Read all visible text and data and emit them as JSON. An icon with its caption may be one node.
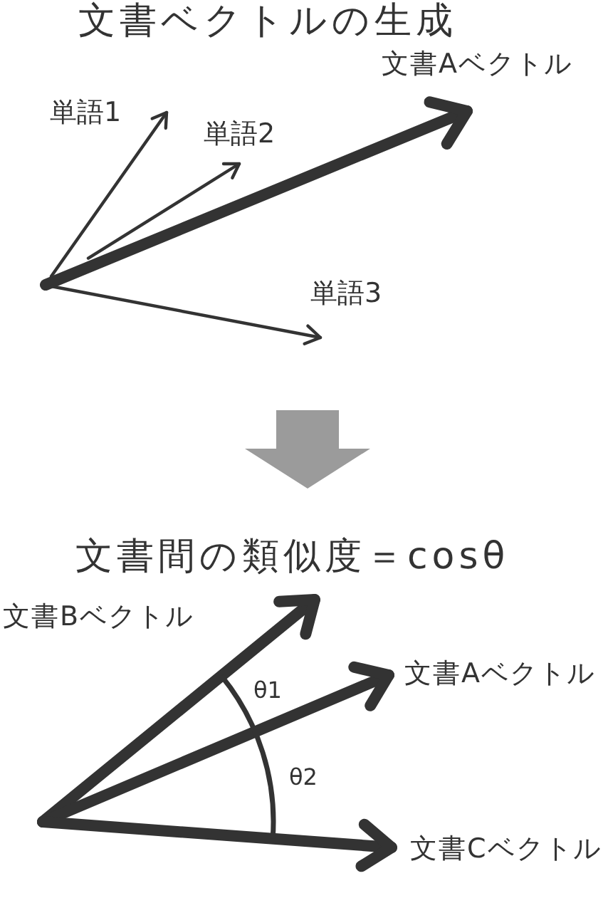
{
  "diagram": {
    "title": "文書ベクトルの生成",
    "labels": [
      "文書Aベクトル",
      "単語1",
      "単語2",
      "単語3",
      "文書間の類似度＝cosθ",
      "文書Bベクトル",
      "文書Aベクトル",
      "θ1",
      "θ2",
      "文書Cベクトル"
    ]
  }
}
